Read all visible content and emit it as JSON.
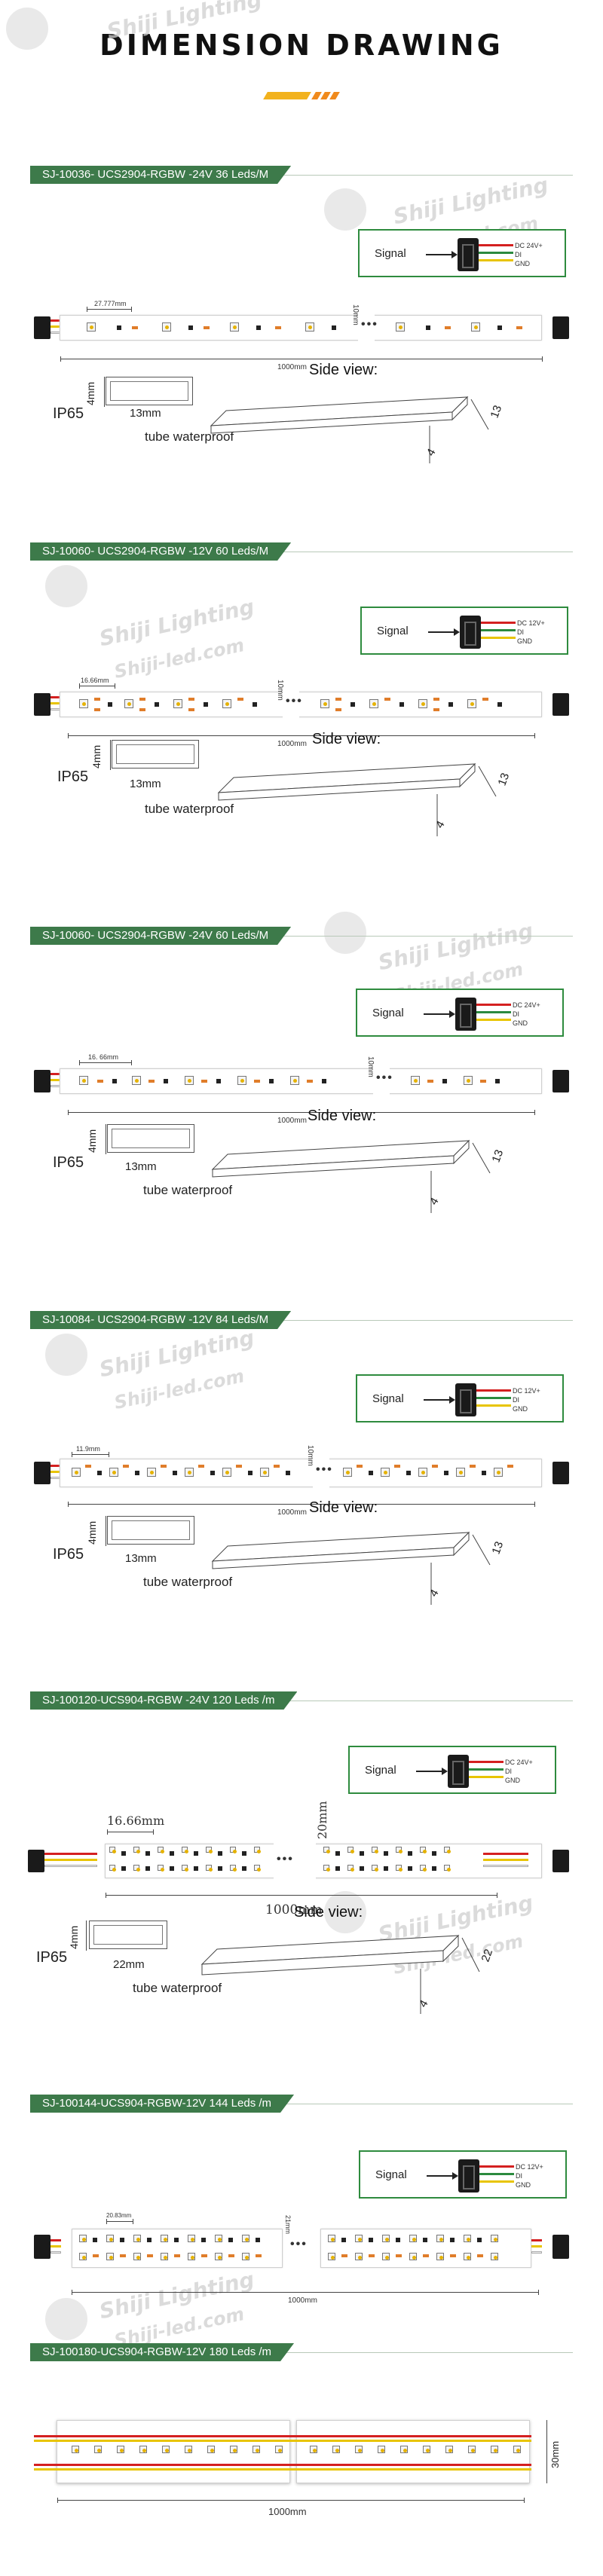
{
  "page": {
    "title": "DIMENSION DRAWING"
  },
  "colors": {
    "header_bg": "#3d7a4a",
    "signal_border": "#2e8b3e",
    "deco_yellow": "#f2b21d",
    "deco_orange": "#f08a1c",
    "wire_red": "#d42020",
    "wire_yellow": "#e8c400",
    "wire_white": "#eeeeee",
    "wire_green": "#2b8a3e"
  },
  "watermark": {
    "line1": "Shiji Lighting",
    "line2": "Shiji-led.com"
  },
  "common": {
    "signal_label": "Signal",
    "ip_rating": "IP65",
    "tube_label": "tube  waterproof",
    "side_view_label": "Side view:",
    "strip_length": "1000mm",
    "tube_height": "4mm",
    "side_height": "4",
    "connector_icon": "jst-connector-icon"
  },
  "sections": [
    {
      "title": "SJ-10036- UCS2904-RGBW -24V 36 Leds/M",
      "voltage_pin": "DC 24V+",
      "pin_data": "DI",
      "pin_gnd": "GND",
      "pitch": "27.777mm",
      "strip_width": "10mm",
      "tube_width": "13mm",
      "side_width": "13"
    },
    {
      "title": "SJ-10060- UCS2904-RGBW -12V 60 Leds/M",
      "voltage_pin": "DC 12V+",
      "pin_data": "DI",
      "pin_gnd": "GND",
      "pitch": "16.66mm",
      "strip_width": "10mm",
      "tube_width": "13mm",
      "side_width": "13"
    },
    {
      "title": "SJ-10060- UCS2904-RGBW -24V 60 Leds/M",
      "voltage_pin": "DC 24V+",
      "pin_data": "DI",
      "pin_gnd": "GND",
      "pitch": "16. 66mm",
      "strip_width": "10mm",
      "tube_width": "13mm",
      "side_width": "13"
    },
    {
      "title": "SJ-10084- UCS2904-RGBW -12V 84 Leds/M",
      "voltage_pin": "DC 12V+",
      "pin_data": "DI",
      "pin_gnd": "GND",
      "pitch": "11.9mm",
      "strip_width": "10mm",
      "tube_width": "13mm",
      "side_width": "13"
    },
    {
      "title": "SJ-100120-UCS904-RGBW -24V 120 Leds /m",
      "voltage_pin": "DC 24V+",
      "pin_data": "DI",
      "pin_gnd": "GND",
      "pitch": "16.66mm",
      "strip_width": "20mm",
      "tube_width": "22mm",
      "side_width": "22"
    },
    {
      "title": "SJ-100144-UCS904-RGBW-12V 144 Leds /m",
      "voltage_pin": "DC 12V+",
      "pin_data": "DI",
      "pin_gnd": "GND",
      "pitch": "20.83mm",
      "strip_width": "21mm"
    },
    {
      "title": "SJ-100180-UCS904-RGBW-12V 180 Leds /m",
      "strip_width": "30mm"
    }
  ]
}
